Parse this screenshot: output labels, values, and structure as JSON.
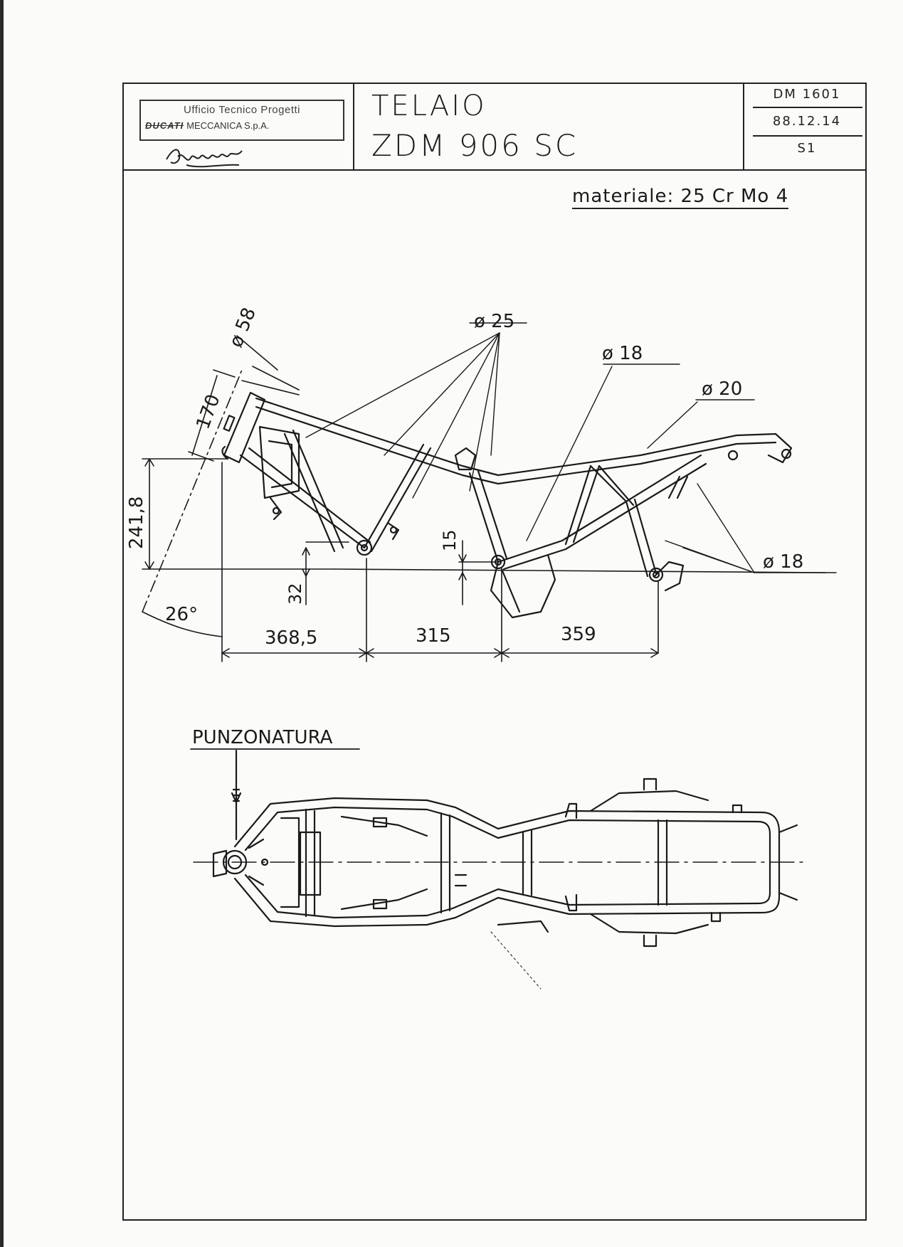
{
  "title_block": {
    "stamp": {
      "line1": "Ufficio Tecnico Progetti",
      "logo": "DUCATI",
      "line2": "MECCANICA S.p.A."
    },
    "title_line1": "TELAIO",
    "title_line2": "ZDM 906 SC",
    "drawing_number": "DM 1601",
    "date": "88.12.14",
    "revision": "S1"
  },
  "material": "materiale: 25 Cr Mo 4",
  "side_view": {
    "tube_labels": {
      "head_tube": "ø 58",
      "main_tubes": "ø 25",
      "seat_tubes": "ø 18",
      "top_rail": "ø 20",
      "lower_rail": "ø 18"
    },
    "dimensions": {
      "head_length": "170",
      "height": "241,8",
      "offset_front": "32",
      "offset_rear": "15",
      "rake_angle": "26°",
      "span_1": "368,5",
      "span_2": "315",
      "span_3": "359"
    }
  },
  "top_view": {
    "label": "PUNZONATURA"
  },
  "colors": {
    "ink": "#1a1a1a",
    "paper": "#fbfbf9"
  }
}
